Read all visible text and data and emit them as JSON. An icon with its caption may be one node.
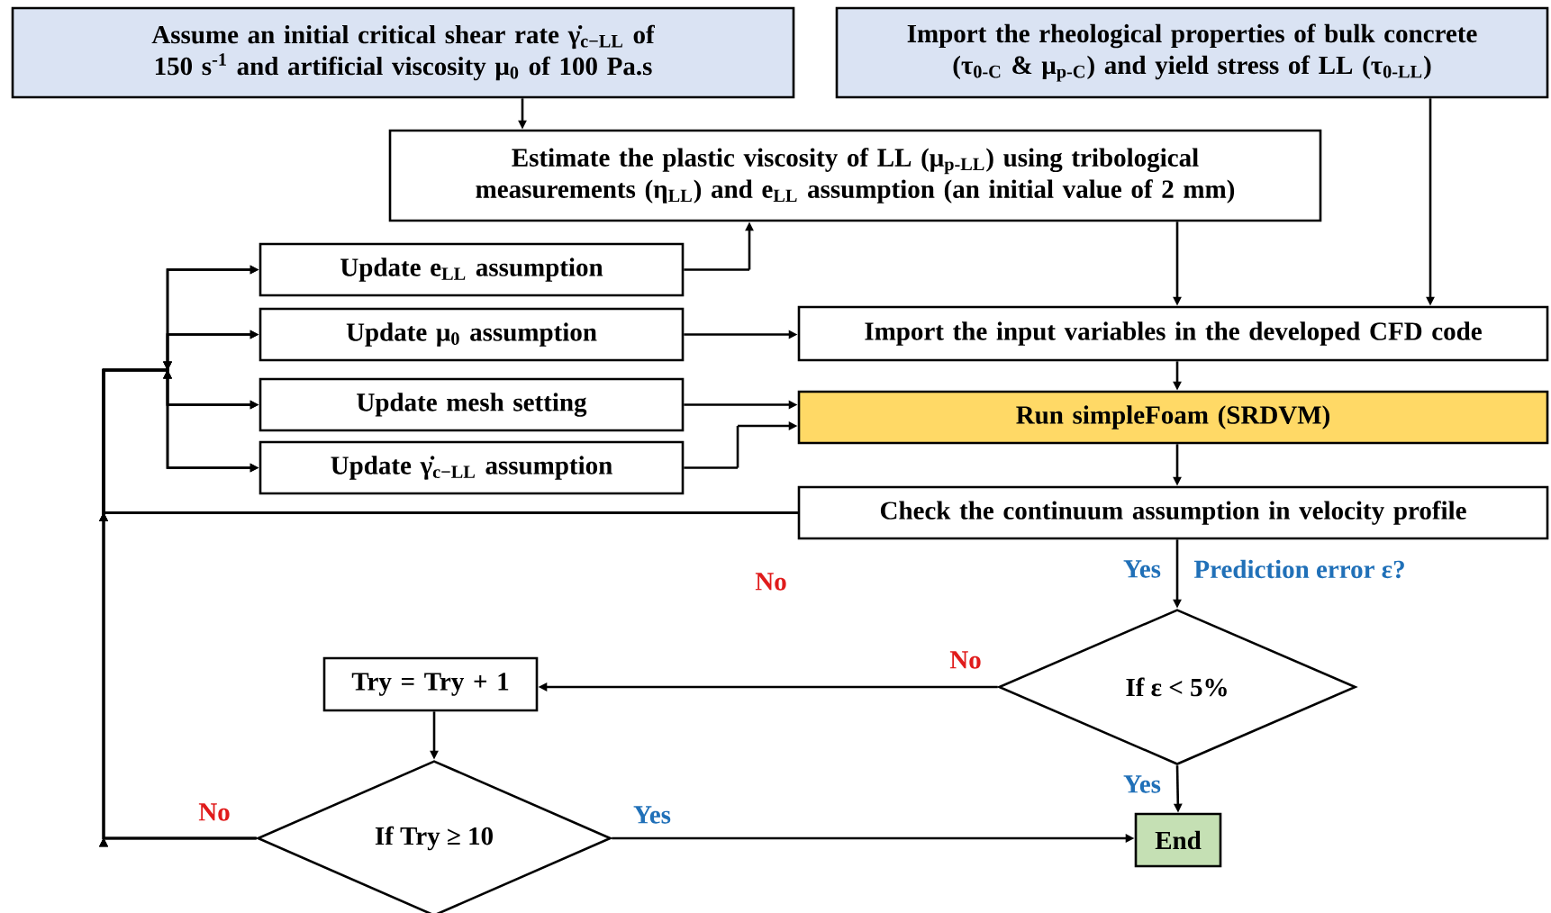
{
  "diagram": {
    "nodes": [
      {
        "text": [
          "Assume an initial critical shear rate γ̇$_{c−LL}$ of 150 s$^{-1}$ and artificial viscosity μ$_{0}$ of 100 Pa.s"
        ]
      },
      {
        "text": [
          "Import the rheological properties of bulk concrete (τ$_{0-C}$ & μ$_{p-C}$) and yield stress of LL (τ$_{0-LL}$)"
        ]
      },
      {
        "text": [
          "Estimate the plastic viscosity of LL (μ$_{p-LL}$) using tribological measurements (η$_{LL}$) and e$_{LL}$ assumption (an initial value of 2 mm)"
        ]
      },
      {
        "text": [
          "Update e$_{LL}$ assumption"
        ]
      },
      {
        "text": [
          "Update μ$_{0}$ assumption"
        ]
      },
      {
        "text": [
          "Update mesh setting"
        ]
      },
      {
        "text": [
          "Update γ̇$_{c−LL}$ assumption"
        ]
      },
      {
        "text": [
          "Import the input variables in the developed CFD code"
        ]
      },
      {
        "text": [
          "Run simpleFoam (SRDVM)"
        ]
      },
      {
        "text": [
          "Check the continuum assumption in velocity profile"
        ]
      },
      {
        "text": [
          "If ε < 5%"
        ]
      },
      {
        "text": [
          "Try = Try + 1"
        ]
      },
      {
        "text": [
          "If Try ≥ 10"
        ]
      },
      {
        "text": [
          "End"
        ]
      }
    ],
    "edges": [
      {
        "from": 0,
        "to": 2,
        "arrow": "to"
      },
      {
        "from": 1,
        "to": 7,
        "arrow": "to"
      },
      {
        "from": 2,
        "to": 7,
        "arrow": "to"
      },
      {
        "from": 3,
        "to": 2,
        "arrow": "to"
      },
      {
        "from": 4,
        "to": 7,
        "arrow": "to"
      },
      {
        "from": 5,
        "to": 8,
        "arrow": "to"
      },
      {
        "from": 6,
        "to": 8,
        "arrow": "to"
      },
      {
        "from": 7,
        "to": 8,
        "arrow": "to"
      },
      {
        "from": 8,
        "to": 9,
        "arrow": "to"
      },
      {
        "from": 9,
        "to": 10,
        "arrow": "to",
        "label": "Yes"
      },
      {
        "from": 10,
        "to": 11,
        "arrow": "to",
        "label": "No"
      },
      {
        "from": 10,
        "to": 13,
        "arrow": "to",
        "label": "Yes"
      },
      {
        "from": 11,
        "to": 12,
        "arrow": "to"
      },
      {
        "from": 12,
        "to": 13,
        "arrow": "to",
        "label": "Yes"
      },
      {
        "from": 9,
        "to": 3,
        "arrow": "to",
        "label": "No"
      },
      {
        "from": 9,
        "to": 4,
        "arrow": "to"
      },
      {
        "from": 9,
        "to": 5,
        "arrow": "to"
      },
      {
        "from": 9,
        "to": 6,
        "arrow": "to"
      },
      {
        "from": 12,
        "to": 3,
        "arrow": "to",
        "label": "No"
      },
      {
        "from": 12,
        "to": 4,
        "arrow": "to"
      },
      {
        "from": 12,
        "to": 5,
        "arrow": "to"
      },
      {
        "from": 12,
        "to": 6,
        "arrow": "to"
      }
    ],
    "labels": [
      "Prediction error ε?"
    ]
  }
}
